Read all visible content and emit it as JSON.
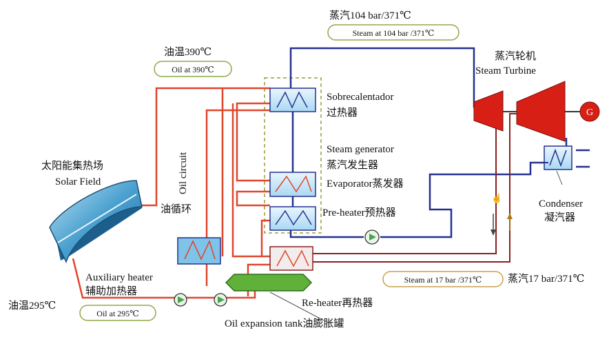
{
  "steam_main": {
    "cn": "蒸汽104 bar/371℃",
    "en": "Steam at 104 bar /371℃"
  },
  "oil_hot": {
    "cn": "油温390℃",
    "en": "Oil at 390℃"
  },
  "oil_cold": {
    "cn": "油温295℃",
    "en": "Oil at 295℃"
  },
  "steam_reheat": {
    "cn": "蒸汽17 bar/371℃",
    "en": "Steam at 17 bar /371℃"
  },
  "turbine": {
    "cn": "蒸汽轮机",
    "en": "Steam Turbine",
    "generator": "G"
  },
  "superheater": {
    "es": "Sobrecalentador",
    "cn": "过热器"
  },
  "steam_generator": {
    "en": "Steam generator",
    "cn": "蒸汽发生器"
  },
  "evaporator": {
    "label": "Evaporator蒸发器"
  },
  "preheater": {
    "label": "Pre-heater预热器"
  },
  "solar_field": {
    "cn": "太阳能集热场",
    "en": "Solar Field"
  },
  "oil_circuit": {
    "en": "Oil circuit",
    "cn": "油循环"
  },
  "aux_heater": {
    "en": "Auxiliary heater",
    "cn": "辅助加热器"
  },
  "reheater": {
    "label": "Re-heater再热器"
  },
  "condenser": {
    "en": "Condenser",
    "cn": "凝汽器"
  },
  "expansion_tank": {
    "label": "Oil expansion tank油膨胀罐"
  },
  "colors": {
    "oil_line": "#e0442a",
    "water_line": "#24308f",
    "steam_line": "#8a1e1e",
    "hx_fill": "#bfe3f7",
    "tank": "#5fb13a"
  }
}
